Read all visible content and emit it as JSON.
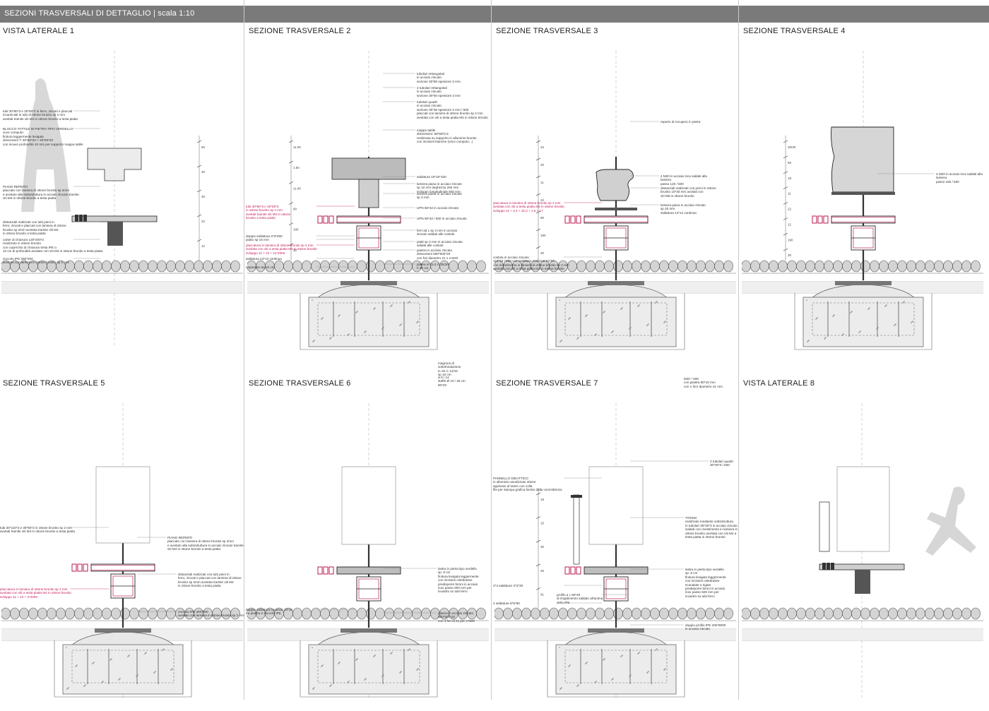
{
  "sheet": {
    "title": "SEZIONI TRASVERSALI DI DETTAGLIO | scala 1:10",
    "colors": {
      "header": "#7a7a7a",
      "annotation": "#333333",
      "highlight": "#c2185b",
      "steel": "#9a9a9a",
      "brass": "#b4003c"
    }
  },
  "panels": [
    {
      "title": "VISTA LATERALE 1",
      "kind": "side",
      "notes": [
        {
          "text": "tubi 30*80*3 e 30*50*3 in ferro, zincati e placcati\nincamiciati in tubi di ottone brunito sp 2 mm\navvitati tramite viti M4 in ottone brunito a testa piatta",
          "red": false
        },
        {
          "text": "BLOCCO TATTILE IN PIETRA TIPO VERDELLO\nvoce computo:\nfinitura leggermente levigata\ndimensioni T: 60*60*20 + 30*60*20\ncon incavo profondità 10 mm per supporto mappa tattile",
          "red": false
        },
        {
          "text": "PIANO REPERTI\nplaccato con lamiera di ottone brunito sp 2mm\ne avvitato alla sottostruttura in acciaio zincato tramite\nviti M4 in ottone brunito a testa piatta",
          "red": false
        },
        {
          "text": "distanziali realizzati con tubi pieni in\nferro, zincati e placcati con lamiera di ottone\nbrunito sp 2mm avvitata tramite viti M4\nin ottone brunito a testa piatta",
          "red": false
        },
        {
          "text": "carter di chiusura 120*200*3\nrealizzato in ottone brunito\ncon coperchio di chiusura testa IPE a\n10 cm di profondità avvitato con viti M4 in ottone brunito a testa piatta",
          "red": false
        },
        {
          "text": "zoccolo IPE 360*200\navvitato con lamiera in ottone brunito sp 2 mm",
          "red": false
        }
      ],
      "dims": [
        "50",
        "30",
        "45",
        "22",
        "12"
      ]
    },
    {
      "title": "SEZIONE TRASVERSALE 2",
      "kind": "section",
      "notes": [
        {
          "text": "tubolari rettangolari\nin acciaio zincato\nsezione 30*80 spessore 3 mm",
          "red": false
        },
        {
          "text": "2 tubolari rettangolari\nin acciaio zincato\nsezione 30*50 spessore 3 mm",
          "red": false
        },
        {
          "text": "tubolari quadri\nin acciaio zincato\nsezione 30*30 spessore 3 mm / 500\nplaccati con lamiera di ottone brunito sp 2 mm\navvitata con viti a testa piatta M4 in ottone brunito",
          "red": false
        },
        {
          "text": "mappa tattile\ndimensioni: 58*58*0.6\nrealizzata su supporto in alluminio brunito\ncon incisioni bianche (voce computo...)",
          "red": false
        },
        {
          "text": "saldatura 10*10*100",
          "red": false
        },
        {
          "text": "lamiera piana in acciaio zincato\nsp 10 mm larghezza 250 mm\nsviluppo longitudinale 600 mm",
          "red": false
        },
        {
          "text": "lamiera piana in acciaio zincato\nsp 3 mm",
          "red": false
        },
        {
          "text": "UPN 65*42 in acciaio zincato",
          "red": false
        },
        {
          "text": "UPN 65*42 / 500 in acciaio zincato",
          "red": false
        },
        {
          "text": "tubi 30*80*3 e 30*50*3\nin ottone brunito sp 2 mm\navvitati tramite viti M4 in ottone\nbrunito a testa piatta",
          "red": true
        },
        {
          "text": "doppia saldatura 3*3*250",
          "red": false
        },
        {
          "text": "piatto sp 15 mm",
          "red": false
        },
        {
          "text": "placcatura in lamiera di ottone brunito sp 2 mm\navvitata con viti a testa piatta M4 in ottone brunito\nsviluppo 11 + 22 + 11*2000",
          "red": true
        },
        {
          "text": "saldatura 14*14 continua",
          "red": false
        },
        {
          "text": "espansivo sp 10 cm",
          "red": false
        },
        {
          "text": "ferri ad L sp 3 mm in acciaio\nzincato saldati alle costole",
          "red": false
        },
        {
          "text": "piatti sp 3 mm in acciaio zincato\nsaldati alle costole",
          "red": false
        },
        {
          "text": "piastra in acciaio zincato\ndimensioni 500*500*20\ncon fori diametro 21 x 4 M20",
          "red": false
        },
        {
          "text": "platea in CLS C 25/30\nh 30 cm",
          "red": false
        },
        {
          "text": "magrone di\nsottofondazione\nin cls C 12/15\nsp 10 cm",
          "red": false
        },
        {
          "text": "ø 8 / 14\nstaffe Ø 10 / 25 cm\n90*20",
          "red": false
        }
      ],
      "dims": [
        "11.00",
        "1.50",
        "11.00",
        "90",
        "190",
        "30"
      ]
    },
    {
      "title": "SEZIONE TRASVERSALE 3",
      "kind": "section",
      "notes": [
        {
          "text": "reperto di recupero in pietra",
          "red": false
        },
        {
          "text": "4 M20 in acciaio inox saldati alla\nlamiera\npasso 120 / 500",
          "red": false
        },
        {
          "text": "distanziali realizzati con perni in ottone\nbrunito 10*30 mm avvitati con\nviti M6 in ottone brunito",
          "red": false
        },
        {
          "text": "lamiera piana in acciaio zincato\nsp 20 mm\nsaldatura 14*14 continua",
          "red": false
        },
        {
          "text": "placcatura in lamiera di ottone brunito sp 2 mm\navvitata con viti a testa piatta M4 in ottone brunito\nsviluppo 11 + 2,4 + 15,3 + 1,5 + 17",
          "red": true
        },
        {
          "text": "costola in acciaio zincato\n110*15 / 500 con saldatura continua 10*10\ncon rivestimento in lamiera di ottone brunito sp 2 mm\navvitata con viti a testa piatta M4 in ottone brunito",
          "red": false
        },
        {
          "text": "M20 * 500\ncon piastra 80*15 mm\ncon 1 foro diametro 21 mm",
          "red": false
        }
      ],
      "dims": [
        "34",
        "20",
        "11",
        "22",
        "90",
        "190",
        "30"
      ]
    },
    {
      "title": "SEZIONE TRASVERSALE 4",
      "kind": "section",
      "notes": [
        {
          "text": "4 M20 in acciaio inox saldati alla\nlamiera\npasso 180 / 500",
          "red": false
        }
      ],
      "dims": [
        "30/30",
        "56",
        "18",
        "11",
        "22",
        "12",
        "190",
        "30"
      ]
    },
    {
      "title": "VISTA LATERALE 8",
      "kind": "side",
      "notes": [],
      "dims": []
    },
    {
      "title": "SEZIONE TRASVERSALE 7",
      "kind": "section",
      "notes": [
        {
          "text": "PANNELLO DIDATTICO\nin alluminio anodizzato ottone\napplicato al totem con colla\nfile per stampa grafica fornito dalla committenza",
          "red": false
        },
        {
          "text": "2 tubolari quadri\n30*30*3 / 500",
          "red": false
        },
        {
          "text": "TOTEM\nrealizzato mediante sottostruttura\nin tubolari 30*30*3 in acciaio zincato\nsaldati con rivestimento in lamiera in\nottone brunito avvitata con viti M4 a\ntesta piatta in ottone brunito",
          "red": false
        },
        {
          "text": "lastra in pietra tipo verdello\nsp. 8 cm\nfinitura levigata leggermente\ncon incisioni celebrative\nscanalate e rigate\npredisporre bironi in acciaio\ninox passo 500 mm per\nincastro su tubi ferro",
          "red": false
        },
        {
          "text": "2*4 saldature 3*3*30",
          "red": false
        },
        {
          "text": "4 saldature 5*5*90",
          "red": false
        },
        {
          "text": "profilo a c 50*40\ndi irrigidimento saldato all'anima\ndella IPE",
          "red": false
        },
        {
          "text": "doppio profilo IPE 200*8000\nin acciaio zincato",
          "red": false
        }
      ],
      "dims": [
        "18",
        "15",
        "30",
        "45",
        "91"
      ]
    },
    {
      "title": "SEZIONE TRASVERSALE 6",
      "kind": "section",
      "notes": [
        {
          "text": "lastra in pietra tipo verdello\nsp. 8 cm\nfinitura levigata leggermente\ncon incisioni celebrative\npredisporre bironi in acciaio\ninox passo 500 mm per\nincastro su tubi ferro",
          "red": false
        },
        {
          "text": "doppia saldatura continua 10*10\ntra piastra e zoccolo IPE",
          "red": false
        },
        {
          "text": "piastra in acciaio zincato\n500*500*20\ncon 4 fori di 21 per 4 M20",
          "red": false
        }
      ],
      "dims": []
    },
    {
      "title": "SEZIONE TRASVERSALE 5",
      "kind": "section",
      "notes": [
        {
          "text": "tubi 30*110*2 e 30*50*2 in ottone brunito sp 2 mm\navvitati tramite viti M4 in ottone brunito a testa piatta",
          "red": false
        },
        {
          "text": "PIANO REPERTI\nplaccato con lamiera di ottone brunito sp 2mm\ne avvitato alla sottostruttura in acciaio zincato tramite\nviti M4 in ottone brunito a testa piatta",
          "red": false
        },
        {
          "text": "distanziali realizzati con tubi pieni in\nferro, zincati e placcati con lamiera di ottone\nbrunito sp 2mm avvitata tramite viti M4\nin ottone brunito a testa piatta",
          "red": false
        },
        {
          "text": "placcatura in lamiera di ottone brunito sp 2 mm\navvitata con viti a testa piatta M4 in ottone brunito\nsviluppo 11 + 22 + 2*2000",
          "red": true
        },
        {
          "text": "zoccolo IPE 360*200\navvitato con lamiera in ottone brunito sp 2 mm",
          "red": false
        }
      ],
      "dims": []
    }
  ]
}
